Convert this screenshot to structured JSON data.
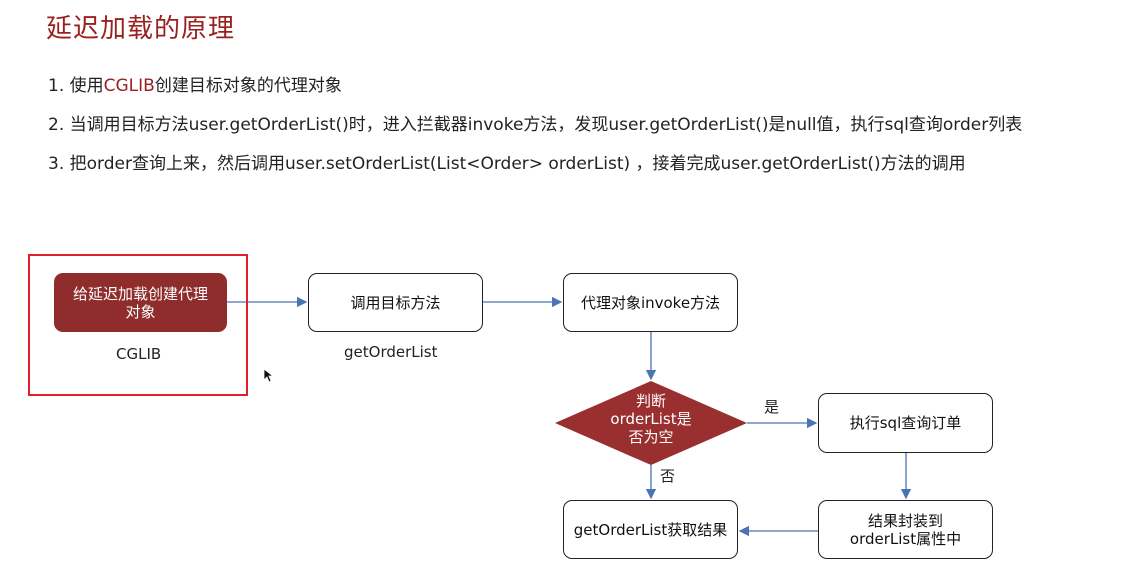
{
  "title": "延迟加载的原理",
  "bullets": {
    "b1_pre": "1. 使用",
    "b1_hl": "CGLIB",
    "b1_post": "创建目标对象的代理对象",
    "b2": "2. 当调用目标方法user.getOrderList()时，进入拦截器invoke方法，发现user.getOrderList()是null值，执行sql查询order列表",
    "b3": "3. 把order查询上来，然后调用user.setOrderList(List<Order> orderList) ，接着完成user.getOrderList()方法的调用"
  },
  "diagram": {
    "create_proxy": "给延迟加载创建代理对象",
    "cglib": "CGLIB",
    "call_target": "调用目标方法",
    "get_order_list_caption": "getOrderList",
    "proxy_invoke": "代理对象invoke方法",
    "decision_line1": "判断",
    "decision_line2": "orderList是",
    "decision_line3": "否为空",
    "yes_label": "是",
    "no_label": "否",
    "exec_sql": "执行sql查询订单",
    "wrap_result": "结果封装到orderList属性中",
    "get_result": "getOrderList获取结果"
  },
  "colors": {
    "title": "#9a1f1f",
    "filled_box": "#8f2c2c",
    "diamond": "#9a2f2f",
    "highlight_border": "#e0202a",
    "arrow": "#4a74b4",
    "underline": "#e01a1a"
  }
}
